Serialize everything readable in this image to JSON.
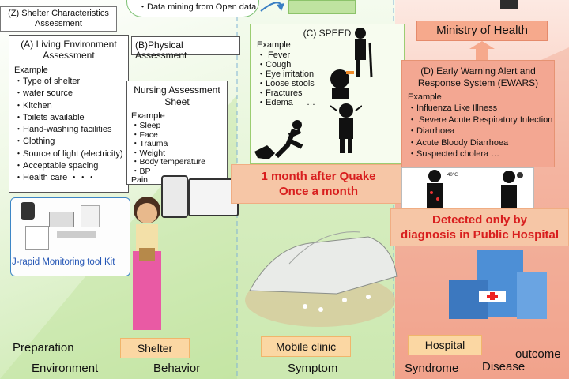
{
  "top": {
    "bubble_text": "・Data mining from Open data"
  },
  "shelter": {
    "z_title": "(Z) Shelter Characteristics Assessment",
    "a_title": "(A)  Living Environment Assessment",
    "a_example": "Example",
    "a_items": [
      "・Type of shelter",
      "・water source",
      "・Kitchen",
      "・Toilets available",
      "・Hand-washing facilities",
      "・Clothing",
      "・Source of light (electricity)",
      "・Acceptable spacing",
      "・Health  care       ・・・"
    ],
    "b_title": "(B)Physical Assessment",
    "nursing_title": "Nursing Assessment Sheet",
    "nursing_example": "Example",
    "nursing_items": [
      "・Sleep",
      "・Face",
      "・Trauma",
      "・Weight",
      "・Body temperature",
      "・BP",
      "Pain"
    ],
    "kit_label": "J-rapid Monitoring tool Kit"
  },
  "speed": {
    "title": "(C) SPEED",
    "example": "Example",
    "items": [
      "・ Fever",
      "・Cough",
      "・Eye irritation",
      "・Loose stools",
      "・Fractures",
      "・Edema"
    ],
    "ellipsis": "…",
    "banner_line1": "1 month after Quake",
    "banner_line2": "Once a month"
  },
  "ministry": {
    "title": "Ministry of Health"
  },
  "ewars": {
    "title": "(D) Early Warning Alert and Response System (EWARS)",
    "example": "Example",
    "items": [
      "・Influenza Like Illness",
      "・ Severe Acute Respiratory Infection",
      "・Diarrhoea",
      "・Acute Bloody Diarrhoea",
      "・Suspected cholera         …"
    ],
    "banner_line1": "Detected  only by",
    "banner_line2": "diagnosis in Public Hospital",
    "thermo_label": "40℃"
  },
  "stages": {
    "shelter": "Shelter",
    "mobile": "Mobile clinic",
    "hospital": "Hospital"
  },
  "axis": {
    "preparation": "Preparation",
    "outcome": "outcome",
    "environment": "Environment",
    "behavior": "Behavior",
    "symptom": "Symptom",
    "syndrome": "Syndrome",
    "disease": "Disease"
  },
  "colors": {
    "green_light": "#eaf6dd",
    "green_mid": "#c6e7a8",
    "salmon": "#f2a58e",
    "banner_fill": "#f6c6a6",
    "red_text": "#d81e1e",
    "stage_fill": "#fbd7a3"
  }
}
